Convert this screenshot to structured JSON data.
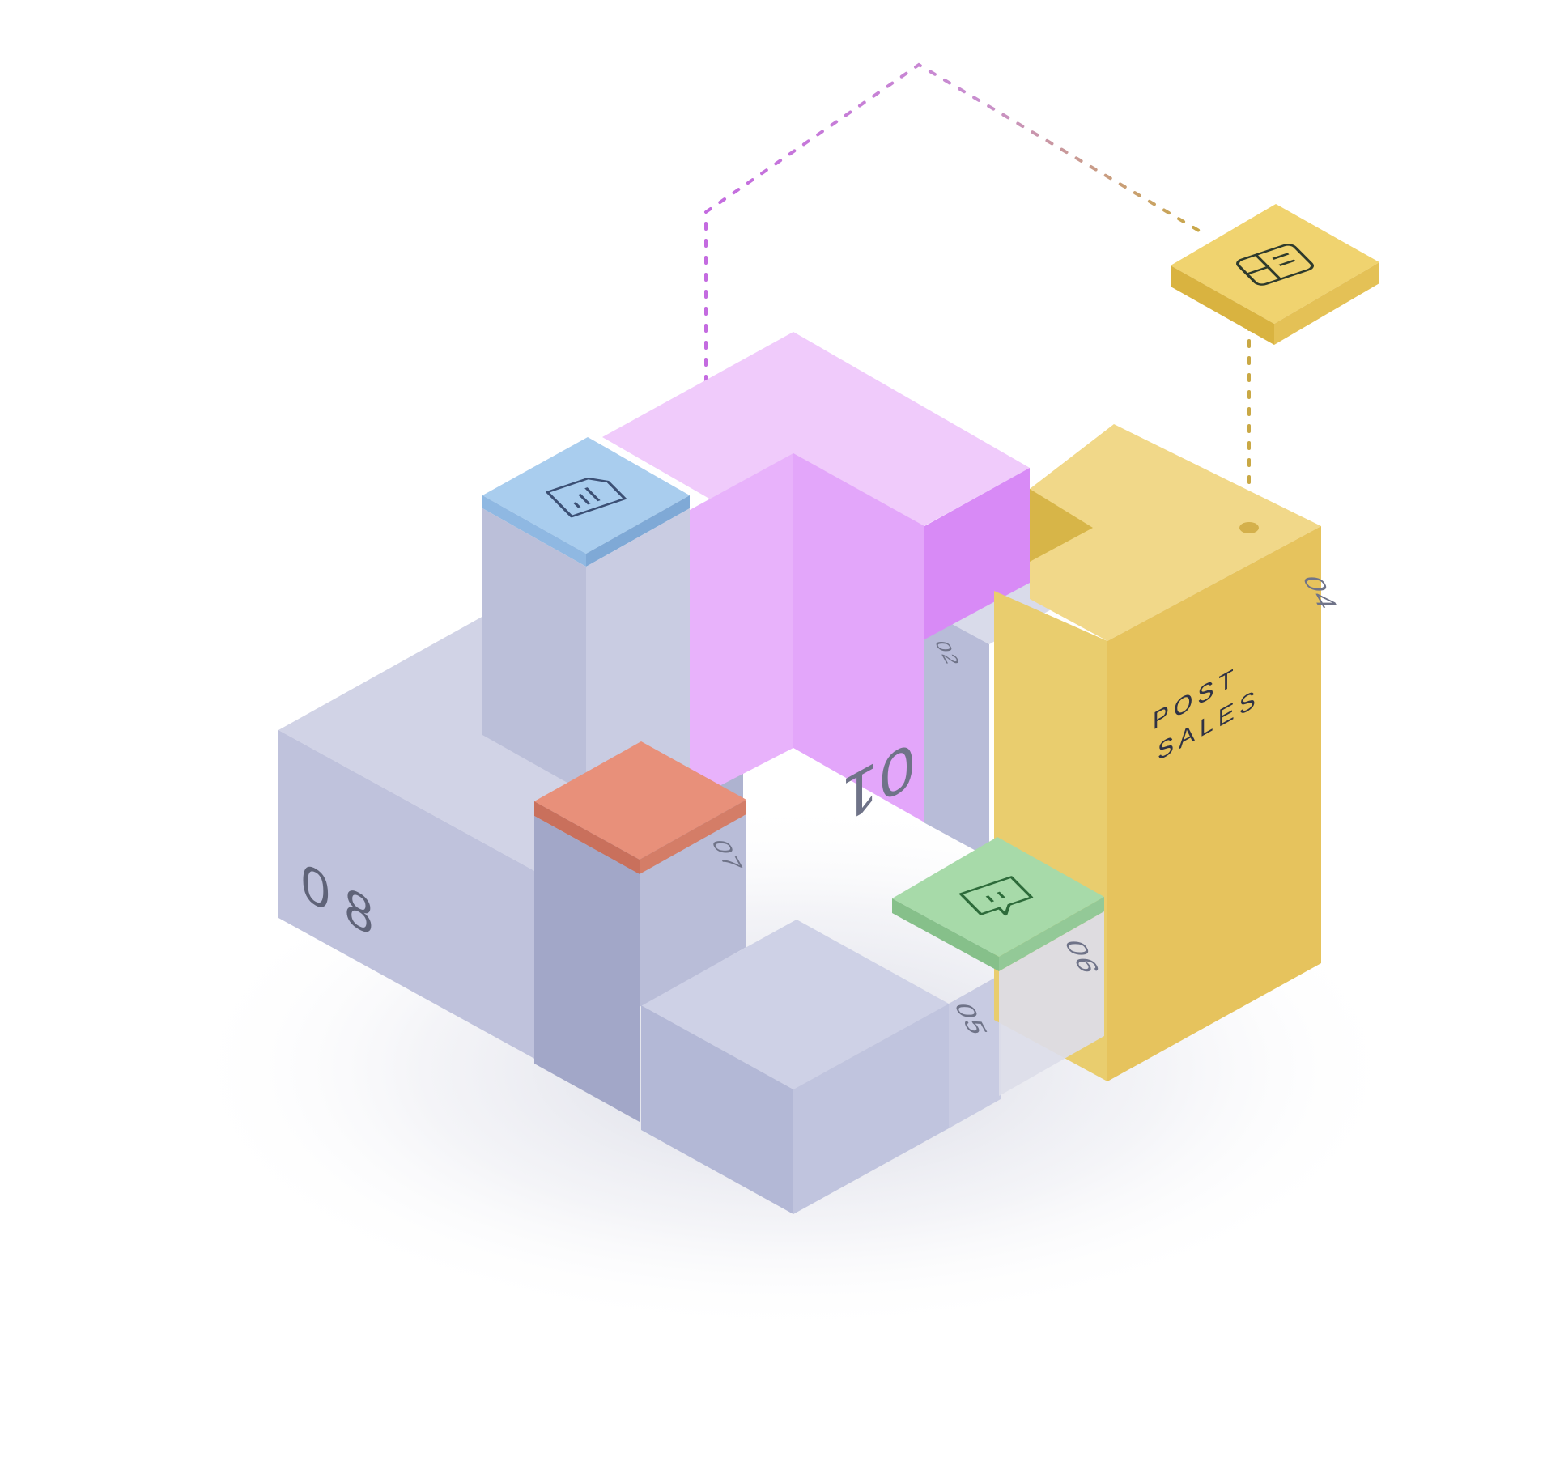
{
  "labels": {
    "block_01": "01",
    "block_02": "02",
    "block_04": "04",
    "block_05": "05",
    "block_06": "06",
    "block_07": "07",
    "block_08": "08",
    "post_line1": "POST",
    "post_line2": "SALES"
  },
  "icons": {
    "blue_tile": "document-chart-icon",
    "green_tile": "chat-bubble-icon",
    "yellow_tile": "server-panel-icon"
  },
  "colors": {
    "block_gray": "#c7cadf",
    "block_gray_dark": "#a9aecb",
    "purple": "#e6a9fb",
    "purple_dark": "#d78cf7",
    "yellow": "#efd374",
    "yellow_dark": "#e3c25a",
    "blue_tile": "#a9cdee",
    "red_tile": "#e8907a",
    "green_tile": "#a7daa9",
    "dotted_purple": "#c46be0",
    "dotted_gold": "#c9a845"
  }
}
